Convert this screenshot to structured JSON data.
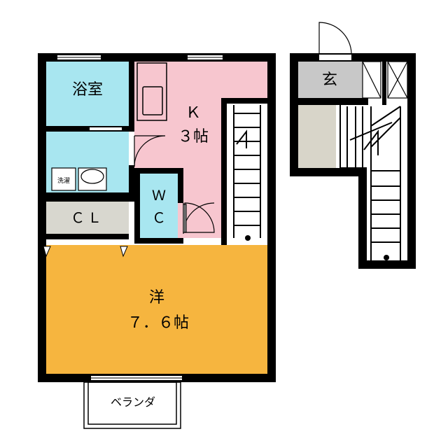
{
  "rooms": {
    "bath": "浴室",
    "kitchen_name": "Ｋ",
    "kitchen_size": "３帖",
    "laundry": "洗濯",
    "wc_w": "Ｗ",
    "wc_c": "Ｃ",
    "closet": "ＣＬ",
    "western_name": "洋",
    "western_size": "７．６帖",
    "entrance": "玄",
    "veranda": "ベランダ"
  },
  "colors": {
    "wall": "#000000",
    "bath": "#a8e6f0",
    "kitchen": "#f7c6cf",
    "closet": "#d8d7cf",
    "western": "#f6b53f",
    "entrance_gray": "#c8c8c8",
    "entrance_beige": "#d8d5c9"
  }
}
